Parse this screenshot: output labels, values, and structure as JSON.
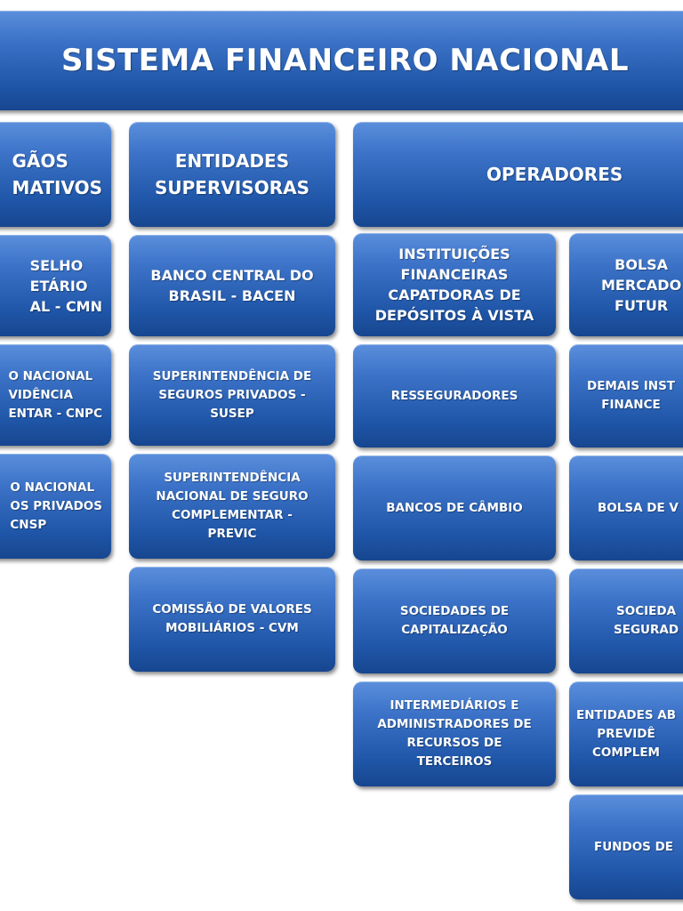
{
  "title": "SISTEMA FINANCEIRO  NACIONAL",
  "columns": {
    "normativos": {
      "header": "GÃOS\nMATIVOS",
      "items": [
        "SELHO\nETÁRIO\nAL  - CMN",
        "O  NACIONAL\nVIDÊNCIA\nENTAR  - CNPC",
        "O  NACIONAL\nOS  PRIVADOS\nCNSP"
      ]
    },
    "supervisoras": {
      "header": "ENTIDADES\nSUPERVISORAS",
      "items": [
        "BANCO CENTRAL DO\nBRASIL - BACEN",
        "SUPERINTENDÊNCIA  DE\nSEGUROS  PRIVADOS -\nSUSEP",
        "SUPERINTENDÊNCIA\nNACIONAL  DE  SEGURO\nCOMPLEMENTAR  -\nPREVIC",
        "COMISSÃO  DE  VALORES\nMOBILIÁRIOS  - CVM"
      ]
    },
    "operadores": {
      "header": "OPERADORES",
      "left_items": [
        "INSTITUIÇÕES\nFINANCEIRAS\nCAPATDORAS DE\nDEPÓSITOS À VISTA",
        "RESSEGURADORES",
        "BANCOS  DE  CÂMBIO",
        "SOCIEDADES  DE\nCAPITALIZAÇÃO",
        "INTERMEDIÁRIOS  E\nADMINISTRADORES  DE\nRECURSOS  DE\nTERCEIROS"
      ],
      "right_items": [
        "BOLSA\nMERCADO\nFUTUR",
        "DEMAIS  INST\nFINANCE",
        "BOLSA  DE  V",
        "SOCIEDA\nSEGURAD",
        "ENTIDADES  AB\nPREVIDÊ\nCOMPLEM",
        "FUNDOS  DE"
      ]
    }
  },
  "colors": {
    "box_top": "#5b8fdc",
    "box_bottom": "#17468f",
    "text": "#ffffff"
  }
}
